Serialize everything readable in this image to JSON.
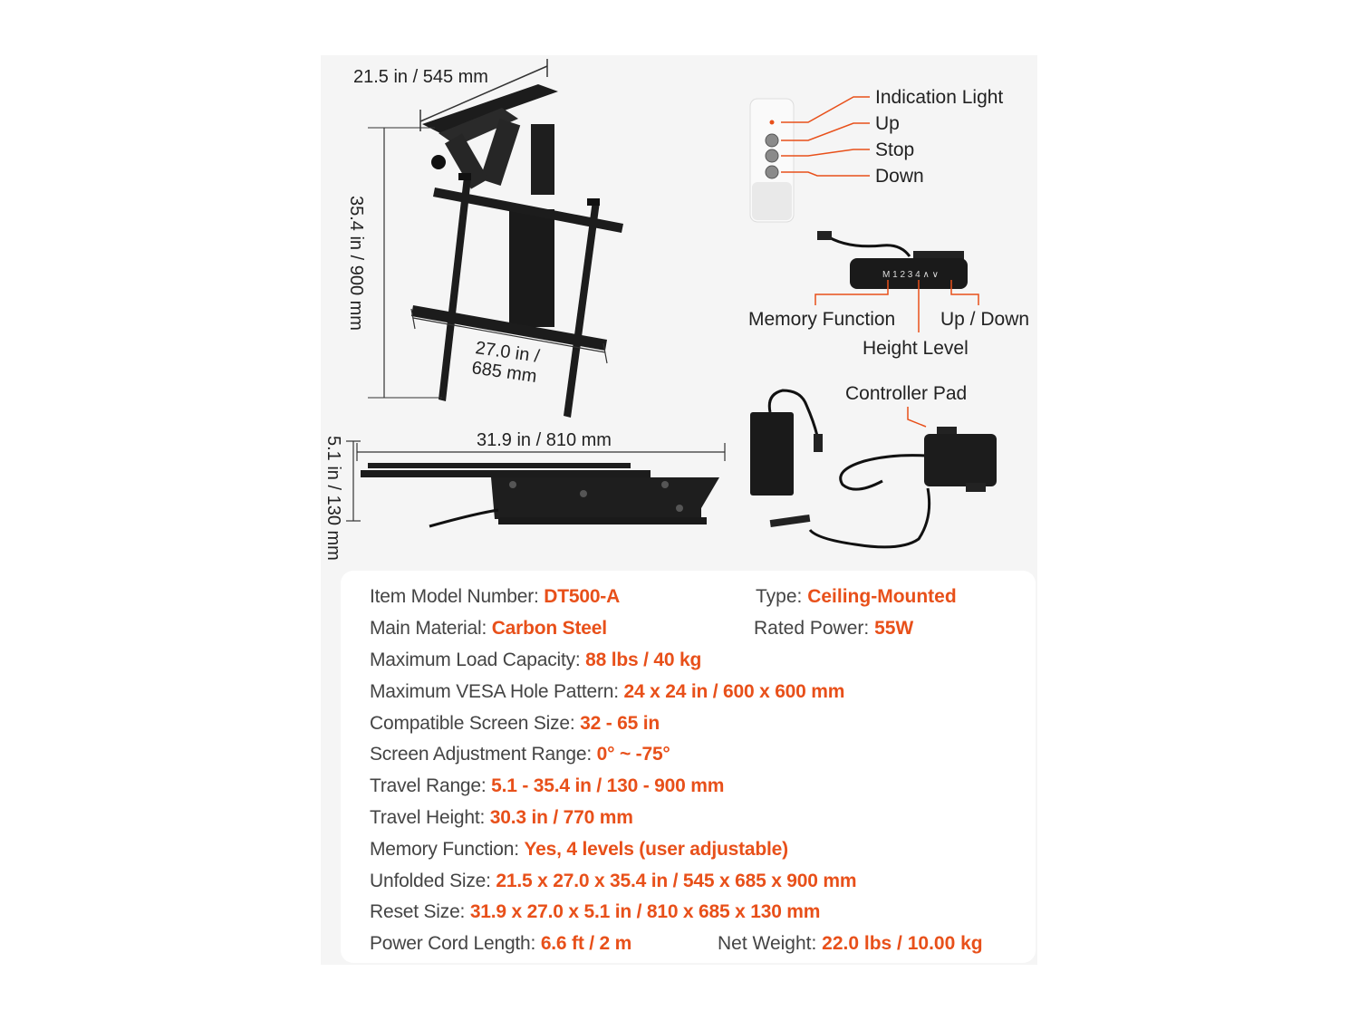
{
  "dimensions": {
    "top_width": "21.5 in / 545 mm",
    "height": "35.4 in / 900 mm",
    "vesa_width_line1": "27.0 in /",
    "vesa_width_line2": "685 mm",
    "folded_width": "31.9 in / 810 mm",
    "folded_height": "5.1 in / 130 mm"
  },
  "remote_labels": {
    "indication_light": "Indication Light",
    "up": "Up",
    "stop": "Stop",
    "down": "Down"
  },
  "controller_labels": {
    "memory_function": "Memory Function",
    "up_down": "Up / Down",
    "height_level": "Height Level",
    "controller_pad": "Controller Pad",
    "keypad_text": "M 1 2 3 4 ∧ ∨"
  },
  "specs": [
    {
      "label": "Item Model Number: ",
      "value": "DT500-A"
    },
    {
      "label": "Main Material: ",
      "value": "Carbon Steel"
    },
    {
      "label": "Maximum Load Capacity: ",
      "value": "88 lbs / 40 kg"
    },
    {
      "label": "Maximum VESA Hole Pattern: ",
      "value": "24 x 24 in / 600 x 600 mm"
    },
    {
      "label": "Compatible Screen Size: ",
      "value": "32 - 65 in"
    },
    {
      "label": "Screen Adjustment Range: ",
      "value": "0° ~ -75°"
    },
    {
      "label": "Travel Range: ",
      "value": "5.1 - 35.4 in / 130 - 900 mm"
    },
    {
      "label": "Travel Height: ",
      "value": "30.3 in / 770 mm"
    },
    {
      "label": "Memory Function: ",
      "value": "Yes, 4 levels (user adjustable)"
    },
    {
      "label": "Unfolded Size: ",
      "value": "21.5 x 27.0 x 35.4 in / 545 x 685 x 900 mm"
    },
    {
      "label": "Reset Size: ",
      "value": "31.9 x 27.0 x 5.1 in / 810 x 685 x 130 mm"
    },
    {
      "label": "Power Cord Length: ",
      "value": "6.6 ft / 2 m"
    }
  ],
  "specs_right": [
    {
      "label": "Type: ",
      "value": "Ceiling-Mounted"
    },
    {
      "label": "Rated Power: ",
      "value": "55W"
    },
    {
      "label": "Net Weight: ",
      "value": "22.0 lbs / 10.00 kg"
    }
  ],
  "colors": {
    "accent": "#e8501a",
    "label_text": "#444444",
    "card_bg": "#f5f5f5"
  }
}
